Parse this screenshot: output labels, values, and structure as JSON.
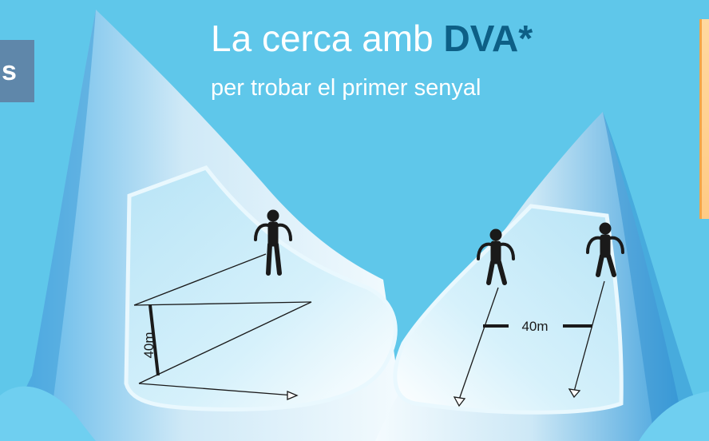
{
  "header": {
    "title_plain": "La cerca amb",
    "title_strong": "DVA*",
    "subtitle": "per trobar el primer senyal"
  },
  "side_tab": {
    "label": "s"
  },
  "diagram": {
    "left_search": {
      "distance_label": "40m",
      "searchers": 1
    },
    "right_search": {
      "distance_label": "40m",
      "searchers": 2
    }
  },
  "colors": {
    "sky": "#5fc7ea",
    "title_accent": "#0d5f86",
    "mountain_light": "#e8f6fc",
    "mountain_shade": "#3a9fdc",
    "snow_field": "#bfe8f8",
    "figure": "#1a1a1a"
  }
}
